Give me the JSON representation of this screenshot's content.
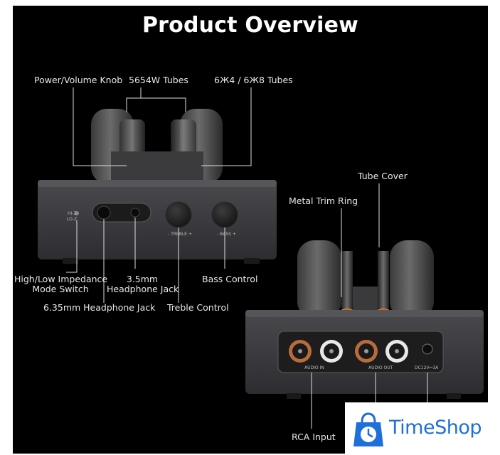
{
  "title": "Product Overview",
  "labels": {
    "power_volume_knob": "Power/Volume Knob",
    "tubes_5654w": "5654W Tubes",
    "tubes_6zh4": "6Ж4 / 6Ж8 Tubes",
    "tube_cover": "Tube Cover",
    "metal_trim_ring": "Metal Trim Ring",
    "impedance_switch_line1": "High/Low Impedance",
    "impedance_switch_line2": "Mode Switch",
    "headphone_35_line1": "3.5mm",
    "headphone_35_line2": "Headphone Jack",
    "bass_control": "Bass Control",
    "headphone_635": "6.35mm Headphone Jack",
    "treble_control": "Treble Control",
    "rca_input": "RCA Input"
  },
  "device_markings": {
    "hi_z": "HI-Z",
    "lo_z": "LO-Z",
    "treble": "- TREBLE +",
    "bass": "- BASS +",
    "audio_in": "AUDIO IN",
    "audio_out": "AUDIO OUT",
    "dc": "DC12V⎓3A"
  },
  "brand": {
    "name": "TimeShop",
    "color": "#1e6fd9"
  }
}
